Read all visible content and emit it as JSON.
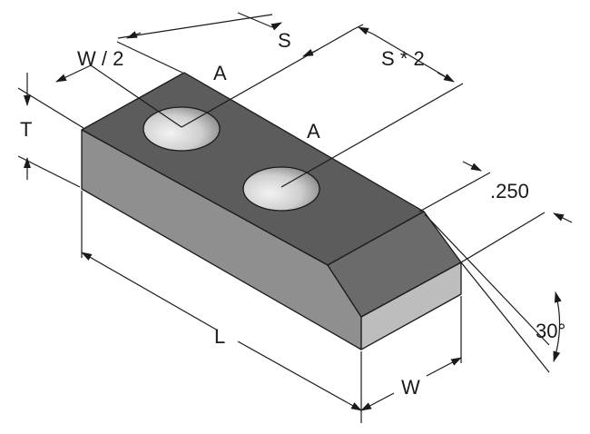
{
  "labels": {
    "w_half": "W / 2",
    "s": "S",
    "s2": "S * 2",
    "a1": "A",
    "a2": "A",
    "t": "T",
    "chamfer": ".250",
    "l": "L",
    "w": "W",
    "angle": "30°"
  },
  "colors": {
    "top_face": "#5c5c5c",
    "front_face": "#8f8f8f",
    "chamfer_face": "#6b6b6b",
    "end_face": "#bdbdbd",
    "line": "#1a1a1a"
  }
}
